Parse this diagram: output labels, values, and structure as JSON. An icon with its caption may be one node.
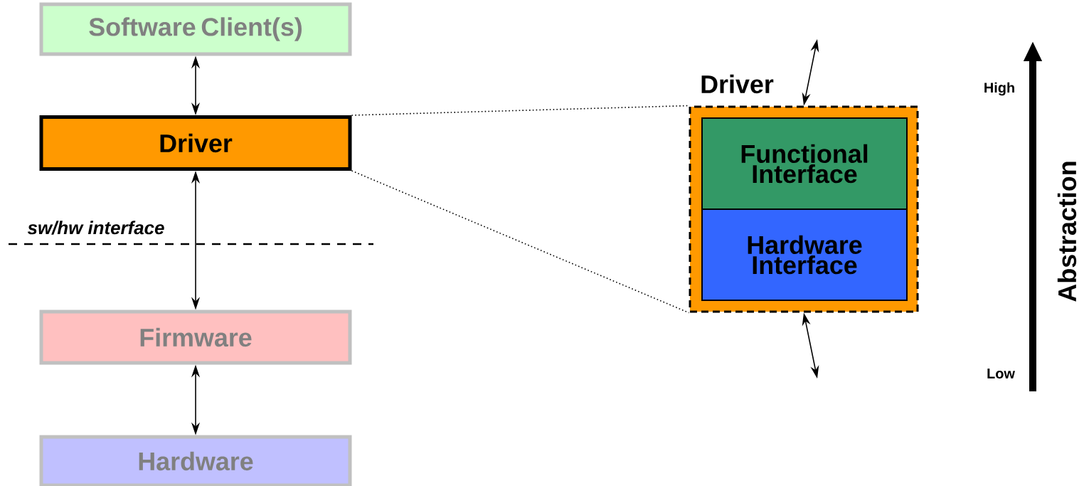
{
  "diagram": {
    "nodes": [
      {
        "text": [
          "Software Client(s)"
        ]
      },
      {
        "text": [
          "Driver"
        ]
      },
      {
        "text": [
          "Firmware"
        ]
      },
      {
        "text": [
          "Hardware"
        ]
      },
      {
        "text": [
          "Driver"
        ]
      },
      {
        "text": [
          "Functional Interface"
        ],
        "in": 4
      },
      {
        "text": [
          "Hardware Interface"
        ],
        "in": 4
      }
    ],
    "edges": [
      {
        "from": 0,
        "to": 1,
        "arrow": "both"
      },
      {
        "from": 1,
        "to": 2,
        "arrow": "both"
      },
      {
        "from": 2,
        "to": 3,
        "arrow": "both"
      },
      {
        "from": null,
        "to": 4,
        "arrow": "both"
      },
      {
        "from": 4,
        "to": null,
        "arrow": "both"
      },
      {
        "from": 1,
        "to": 4,
        "arrow": "none",
        "style": "dashed"
      },
      {
        "from": 1,
        "to": 4,
        "arrow": "none",
        "style": "dashed"
      }
    ],
    "labels": [
      "sw/hw interface",
      "High",
      "Low",
      "Abstraction"
    ]
  }
}
